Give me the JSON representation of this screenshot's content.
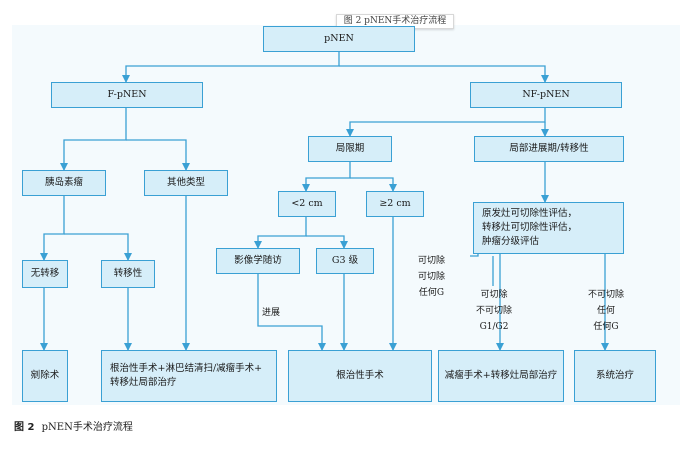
{
  "tooltip": "图 2 pNEN手术治疗流程",
  "caption": {
    "figure": "图 2",
    "text": "pNEN手术治疗流程"
  },
  "colors": {
    "node_fill": "#d6eef9",
    "node_border": "#3aa0d4",
    "arrow": "#3aa0d4",
    "panel": "#f4fafd"
  },
  "nodes": {
    "root": "pNEN",
    "f_pnen": "F-pNEN",
    "nf_pnen": "NF-pNEN",
    "insulinoma": "胰岛素瘤",
    "other_types": "其他类型",
    "localized": "局限期",
    "advanced": "局部进展期/转移性",
    "lt2": "<2 cm",
    "ge2": "≥2 cm",
    "evaluation": "原发灶可切除性评估，\n转移灶可切除性评估，\n肿瘤分级评估",
    "no_meta": "无转移",
    "meta": "转移性",
    "imaging_follow": "影像学随访",
    "g3": "G3 级",
    "enucleation": "剜除术",
    "radical_combo": "根治性手术+淋巴结清扫/减瘤手术+\n转移灶局部治疗",
    "radical": "根治性手术",
    "debulk_local": "减瘤手术+转移灶局部治疗",
    "systemic": "系统治疗"
  },
  "labels": {
    "progress": "进展",
    "resectable_left": "可切除\n可切除\n任何G",
    "resectable_mid": "可切除\n不可切除\nG1/G2",
    "unresectable": "不可切除\n任何\n任何G"
  }
}
